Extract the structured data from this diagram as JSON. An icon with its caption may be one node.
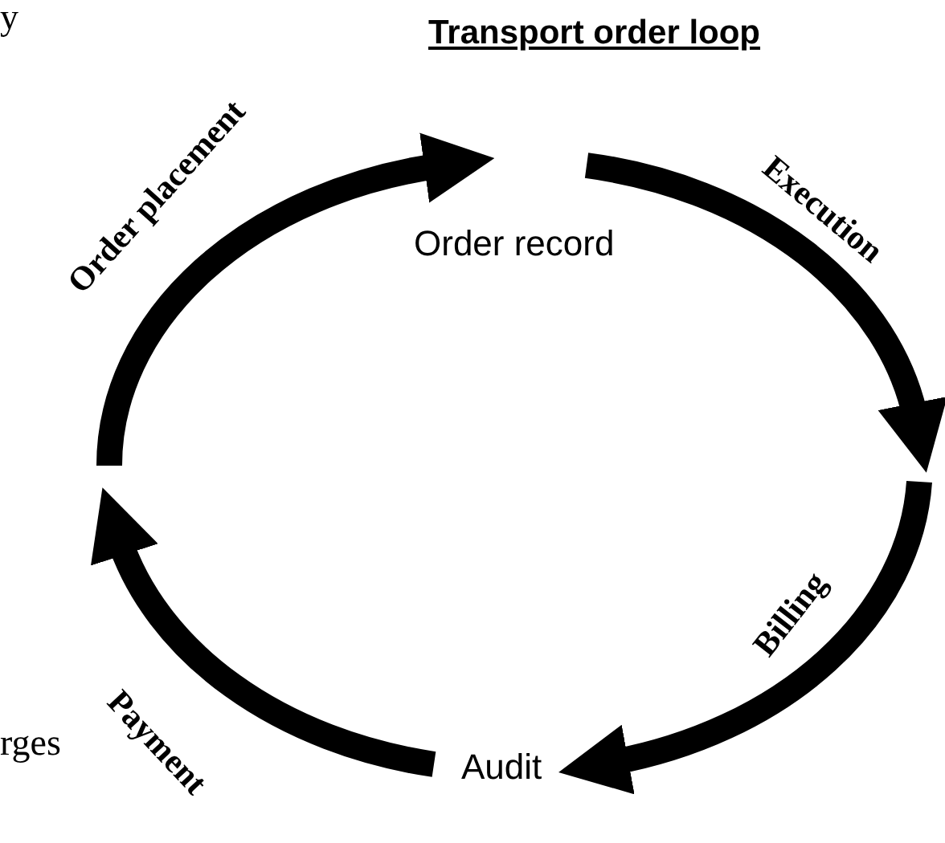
{
  "diagram": {
    "title": "Transport order loop",
    "nodes": [
      {
        "text": [
          "Order record"
        ]
      },
      {
        "text": [
          "Audit"
        ]
      }
    ],
    "edges": [
      {
        "from": null,
        "to": 0,
        "arrow": "to",
        "label": "Order placement"
      },
      {
        "from": 0,
        "to": null,
        "arrow": "to",
        "label": "Execution"
      },
      {
        "from": null,
        "to": 1,
        "arrow": "to",
        "label": "Billing"
      },
      {
        "from": 1,
        "to": null,
        "arrow": "to",
        "label": "Payment"
      }
    ],
    "labels": [
      "y",
      "rges"
    ]
  }
}
